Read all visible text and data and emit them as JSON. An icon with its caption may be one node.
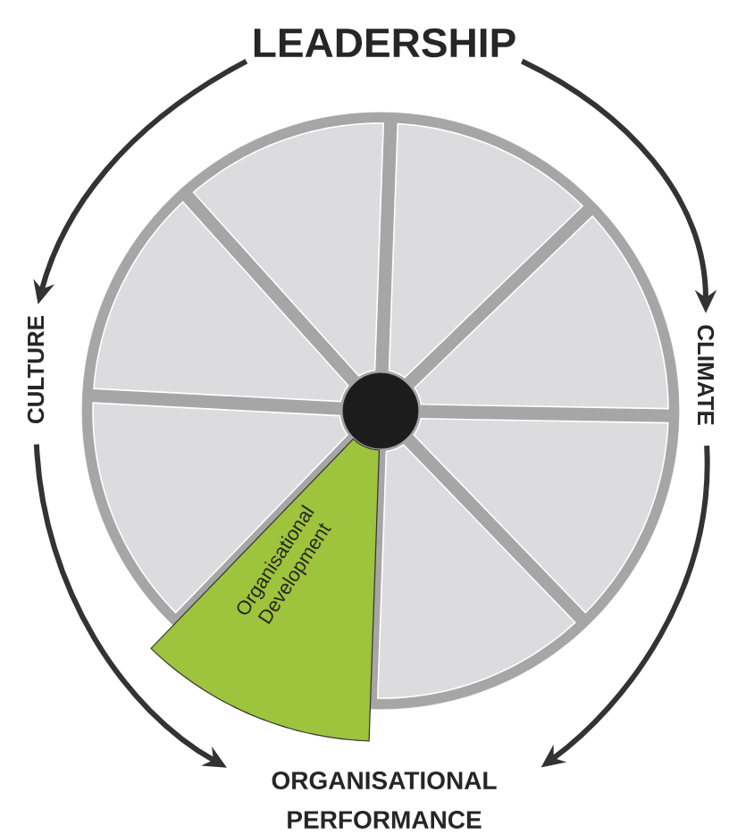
{
  "diagram": {
    "nodes": [
      {
        "text": [
          "LEADERSHIP"
        ]
      },
      {
        "text": [
          "CULTURE"
        ]
      },
      {
        "text": [
          "CLIMATE"
        ]
      },
      {
        "text": [],
        "shape": "circle"
      },
      {
        "text": [],
        "shape": "wedge",
        "in": 3
      },
      {
        "text": [],
        "shape": "wedge",
        "in": 3
      },
      {
        "text": [],
        "shape": "wedge",
        "in": 3
      },
      {
        "text": [],
        "shape": "wedge",
        "in": 3
      },
      {
        "text": [],
        "shape": "wedge",
        "in": 3
      },
      {
        "text": [],
        "shape": "wedge",
        "in": 3
      },
      {
        "text": [
          "Organisational Development"
        ]
      },
      {
        "text": [],
        "shape": "wedge",
        "in": 3
      },
      {
        "text": [],
        "shape": "circle",
        "in": 3
      },
      {
        "text": [
          "ORGANISATIONAL PERFORMANCE"
        ]
      }
    ],
    "edges": [
      {
        "from": 0,
        "to": 1,
        "arrow": "to"
      },
      {
        "from": 0,
        "to": 2,
        "arrow": "to"
      },
      {
        "from": 1,
        "to": 13,
        "arrow": "to"
      },
      {
        "from": 2,
        "to": 13,
        "arrow": "to"
      }
    ]
  }
}
